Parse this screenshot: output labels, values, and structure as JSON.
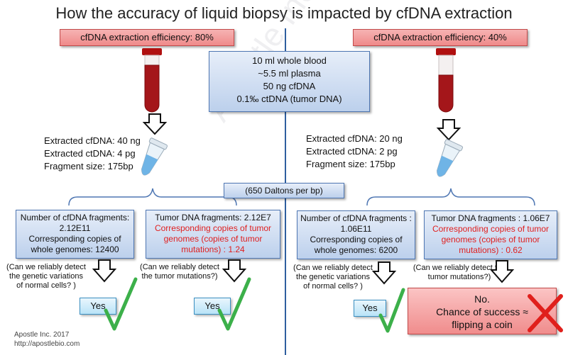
{
  "title": "How the accuracy of liquid biopsy is impacted by cfDNA extraction",
  "watermark": "Apostle Inc",
  "left": {
    "efficiency": "cfDNA extraction efficiency: 80%",
    "extracted": [
      "Extracted cfDNA:  40 ng",
      "Extracted ctDNA:  4 pg",
      "Fragment size:  175bp"
    ],
    "cfdna_box": [
      "Number of cfDNA fragments:",
      "2.12E11",
      "Corresponding copies of",
      "whole genomes:  12400"
    ],
    "tumor_box_black": "Tumor DNA fragments:  2.12E7",
    "tumor_box_red": [
      "Corresponding copies of tumor",
      "genomes (copies of tumor",
      "mutations) : 1.24"
    ],
    "q1": [
      "(Can we reliably detect",
      "the genetic variations",
      "of normal cells? )"
    ],
    "q2": [
      "(Can we reliably detect",
      "the tumor mutations?)"
    ],
    "answer1": "Yes",
    "answer2": "Yes"
  },
  "right": {
    "efficiency": "cfDNA extraction efficiency: 40%",
    "extracted": [
      "Extracted cfDNA:  20 ng",
      "Extracted ctDNA:  2 pg",
      "Fragment size:  175bp"
    ],
    "cfdna_box": [
      "Number of cfDNA fragments :",
      "1.06E11",
      "Corresponding copies of",
      "whole genomes:  6200"
    ],
    "tumor_box_black": "Tumor DNA fragments :  1.06E7",
    "tumor_box_red": [
      "Corresponding copies of tumor",
      "genomes (copies of tumor",
      "mutations) :  0.62"
    ],
    "q1": [
      "(Can we reliably detect",
      "the genetic variations",
      "of normal cells? )"
    ],
    "q2": [
      "(Can we reliably detect the",
      "tumor mutations?)"
    ],
    "answer1": "Yes",
    "answer2": [
      "No.",
      "Chance of success ≈",
      "flipping a coin"
    ]
  },
  "center": {
    "blood_box": [
      "10 ml whole blood",
      "~5.5 ml plasma",
      "50 ng cfDNA",
      "0.1‰ ctDNA  (tumor DNA)"
    ],
    "daltons": "(650 Daltons per bp)"
  },
  "credit": [
    "Apostle Inc.  2017",
    "http://apostlebio.com"
  ],
  "colors": {
    "check": "#3cb04a",
    "cross": "#e0201c",
    "red_text": "#e02020",
    "divider": "#2f5f9f"
  }
}
